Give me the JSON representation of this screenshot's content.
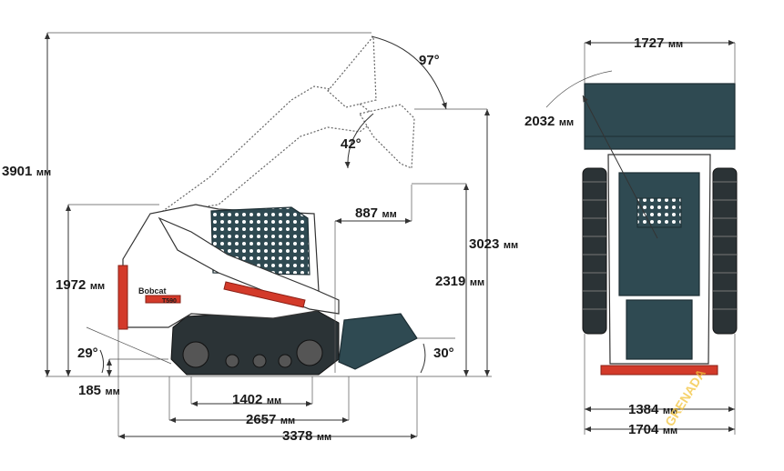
{
  "side_view": {
    "model_name": "Bobcat",
    "model_number": "T590",
    "dimensions": {
      "max_height": {
        "value": "3901",
        "unit": "мм"
      },
      "cab_height": {
        "value": "1972",
        "unit": "мм"
      },
      "ground_clearance": {
        "value": "185",
        "unit": "мм"
      },
      "wheelbase": {
        "value": "1402",
        "unit": "мм"
      },
      "track_length": {
        "value": "2657",
        "unit": "мм"
      },
      "overall_length": {
        "value": "3378",
        "unit": "мм"
      },
      "dump_reach": {
        "value": "887",
        "unit": "мм"
      },
      "dump_height": {
        "value": "2319",
        "unit": "мм"
      },
      "hinge_pin_height": {
        "value": "3023",
        "unit": "мм"
      }
    },
    "angles": {
      "rollback_full_height": "97°",
      "dump_angle": "42°",
      "departure_angle": "29°",
      "rollback_ground": "30°"
    }
  },
  "front_view": {
    "dimensions": {
      "bucket_width": {
        "value": "1727",
        "unit": "мм"
      },
      "turning_radius": {
        "value": "2032",
        "unit": "мм"
      },
      "track_gauge": {
        "value": "1384",
        "unit": "мм"
      },
      "overall_width": {
        "value": "1704",
        "unit": "мм"
      }
    }
  },
  "watermark": "GRENADA",
  "colors": {
    "body": "#2f4a52",
    "accent": "#d33a2a",
    "track": "#2b3336"
  }
}
